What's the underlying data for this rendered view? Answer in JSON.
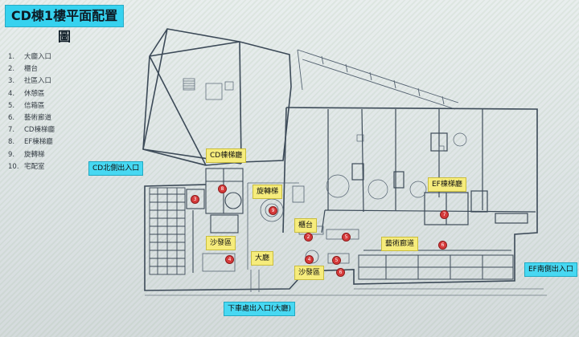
{
  "title": "CD棟1樓平面配置圖",
  "legend": [
    {
      "num": "1.",
      "label": "大廳入口"
    },
    {
      "num": "2.",
      "label": "櫃台"
    },
    {
      "num": "3.",
      "label": "社區入口"
    },
    {
      "num": "4.",
      "label": "休憩區"
    },
    {
      "num": "5.",
      "label": "信箱區"
    },
    {
      "num": "6.",
      "label": "藝術廊道"
    },
    {
      "num": "7.",
      "label": "CD棟梯廳"
    },
    {
      "num": "8.",
      "label": "EF棟梯廳"
    },
    {
      "num": "9.",
      "label": "旋轉梯"
    },
    {
      "num": "10.",
      "label": "宅配室"
    }
  ],
  "map_labels": {
    "cd_north_entrance": "CD北側出入口",
    "cd_lobby_hall": "CD棟梯廳",
    "spiral_stair": "旋轉梯",
    "counter": "櫃台",
    "sofa_west": "沙發區",
    "main_lobby": "大廳",
    "sofa_east": "沙發區",
    "art_corridor": "藝術廊道",
    "ef_lobby_hall": "EF棟梯廳",
    "ef_south_entrance": "EF南側出入口",
    "dropoff_entrance": "下車處出入口(大廳)"
  },
  "markers": [
    "8",
    "3",
    "9",
    "2",
    "5",
    "6",
    "4",
    "5",
    "4",
    "7",
    "6"
  ],
  "colors": {
    "yellow_label": "#f6ec7c",
    "cyan_label": "#47d8f2",
    "marker": "#d63a3a",
    "wall": "#3c4a58",
    "title_bg": "#36d2ef"
  }
}
